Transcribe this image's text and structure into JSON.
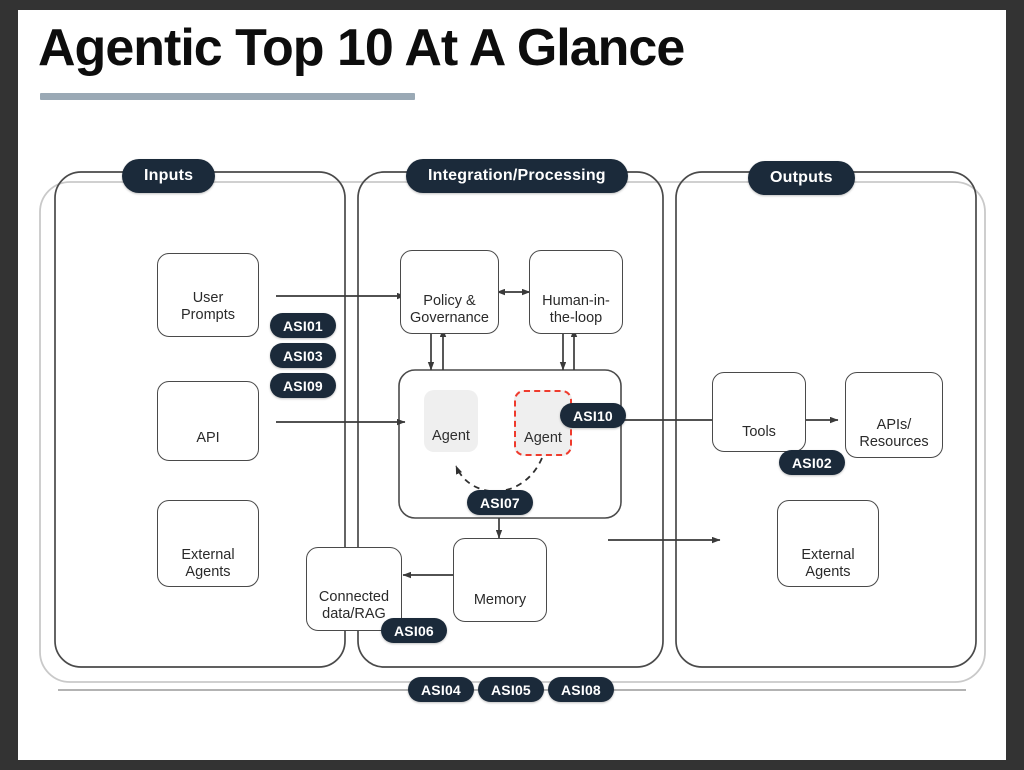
{
  "page": {
    "title": "Agentic Top 10 At A Glance"
  },
  "columns": [
    {
      "id": "inputs",
      "label": "Inputs"
    },
    {
      "id": "integration",
      "label": "Integration/Processing"
    },
    {
      "id": "outputs",
      "label": "Outputs"
    }
  ],
  "nodes": {
    "user_prompts": {
      "label_line1": "User",
      "label_line2": "Prompts",
      "icon": "user-speech-bubble-icon"
    },
    "api": {
      "label_line1": "API",
      "label_line2": "",
      "icon": "globe-icon"
    },
    "external_agents_in": {
      "label_line1": "External",
      "label_line2": "Agents",
      "icon": "robot-icon"
    },
    "policy": {
      "label_line1": "Policy &",
      "label_line2": "Governance",
      "icon": "strategy-icon"
    },
    "human_loop": {
      "label_line1": "Human-in-",
      "label_line2": "the-loop",
      "icon": "person-headset-icon"
    },
    "agent_a": {
      "label": "Agent",
      "icon": "robot-icon",
      "flagged": false
    },
    "agent_b": {
      "label": "Agent",
      "icon": "robot-icon",
      "flagged": true
    },
    "connected_data": {
      "label_line1": "Connected",
      "label_line2": "data/RAG",
      "icon": "stacked-data-icon"
    },
    "memory": {
      "label_line1": "Memory",
      "label_line2": "",
      "icon": "database-icon"
    },
    "tools": {
      "label_line1": "Tools",
      "label_line2": "",
      "icon": "forklift-icon"
    },
    "apis_resources": {
      "label_line1": "APIs/",
      "label_line2": "Resources",
      "icon": "download-window-icon"
    },
    "external_agents_out": {
      "label_line1": "External",
      "label_line2": "Agents",
      "icon": "robot-icon"
    }
  },
  "badges": {
    "inputs_stack": [
      "ASI01",
      "ASI03",
      "ASI09"
    ],
    "agent_flagged": "ASI10",
    "agent_link": "ASI07",
    "connected_data": "ASI06",
    "tools": "ASI02",
    "bottom_rail": [
      "ASI04",
      "ASI05",
      "ASI08"
    ]
  },
  "colors": {
    "navy": "#1b2a3a",
    "accent_red": "#ef3b2d",
    "rule": "#9aa9b5",
    "frame": "#333333",
    "stroke": "#4a4a4a",
    "agent_fill": "#efefef"
  }
}
